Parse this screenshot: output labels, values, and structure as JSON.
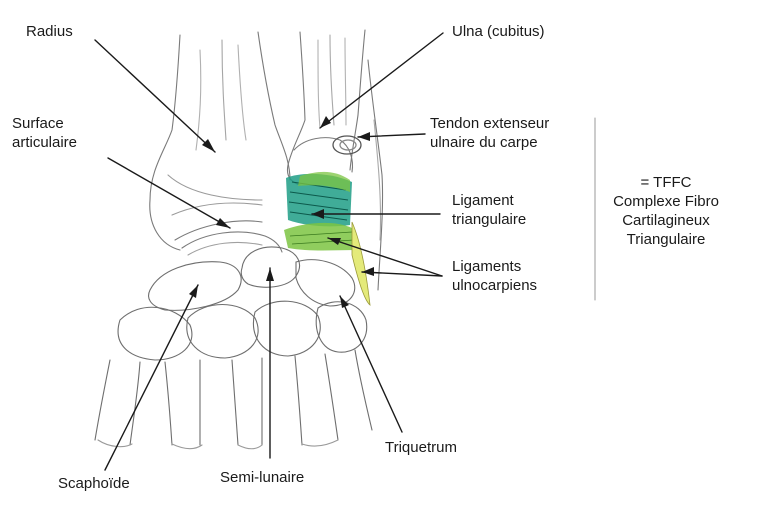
{
  "labels": {
    "radius": "Radius",
    "ulna": "Ulna (cubitus)",
    "surface": [
      "Surface",
      "articulaire"
    ],
    "tendon": [
      "Tendon extenseur",
      "ulnaire du carpe"
    ],
    "ligament_tri": [
      "Ligament",
      "triangulaire"
    ],
    "ligaments_ulno": [
      "Ligaments",
      "ulnocarpiens"
    ],
    "tffc": [
      "= TFFC",
      "Complexe Fibro",
      "Cartilagineux",
      "Triangulaire"
    ],
    "scaphoide": "Scaphoïde",
    "semilunaire": "Semi-lunaire",
    "triquetrum": "Triquetrum"
  },
  "colors": {
    "ink": "#1a1a1a",
    "sketch": "#8a8a8a",
    "triangular_ligament": "#1f9e86",
    "ulnocarpal_ligament": "#7cc442",
    "ulnocarpal_yellow": "#e4ea7a"
  }
}
